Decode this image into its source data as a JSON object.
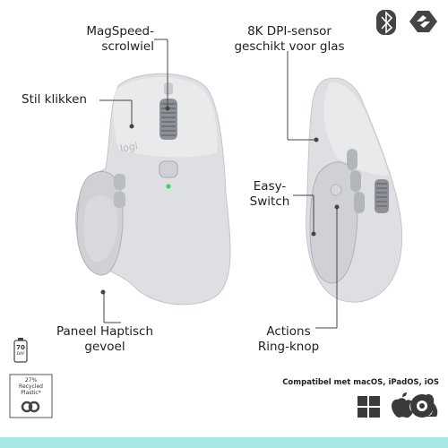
{
  "callouts": {
    "magspeed": [
      "MagSpeed-",
      "scrolwiel"
    ],
    "dpi": [
      "8K DPI-sensor",
      "geschikt voor glas"
    ],
    "silent": "Stil klikken",
    "easyswitch": [
      "Easy-",
      "Switch"
    ],
    "haptic": [
      "Paneel Haptisch",
      "gevoel"
    ],
    "actions": [
      "Actions",
      "Ring-knop"
    ]
  },
  "logo_text": "logi",
  "battery": {
    "value": "70",
    "unit": "DAY"
  },
  "recycled": {
    "percent": "27%",
    "line2": "Recycled",
    "line3": "Plastic*"
  },
  "compatibility": "Compatibel met macOS, iPadOS, iOS",
  "icons": [
    "bluetooth-icon",
    "logi-bolt-icon",
    "windows-icon",
    "apple-icon",
    "linux-icon",
    "chrome-icon"
  ],
  "colors": {
    "mouse": "#dcdde0",
    "mouse_shadow": "#b8babf",
    "led": "#38d66b",
    "accent_bar": "#a7e8e3"
  }
}
